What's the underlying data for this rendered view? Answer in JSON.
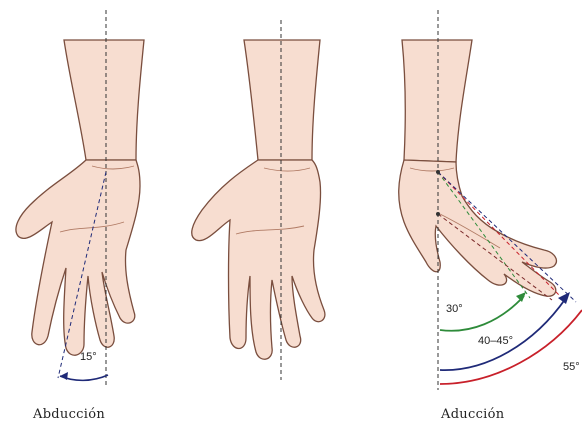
{
  "captions": {
    "left": "Abducción",
    "right": "Aducción"
  },
  "angles": {
    "abduction": "15°",
    "adduction_1": "30°",
    "adduction_2": "40–45°",
    "adduction_3": "55°"
  },
  "colors": {
    "skin_fill": "#f7ddd0",
    "skin_shade": "#eec3b2",
    "outline": "#7a4e3e",
    "guide_line": "#333333",
    "arc_green": "#2e8b3a",
    "arc_navy": "#1f2a78",
    "arc_red": "#c8202a"
  }
}
